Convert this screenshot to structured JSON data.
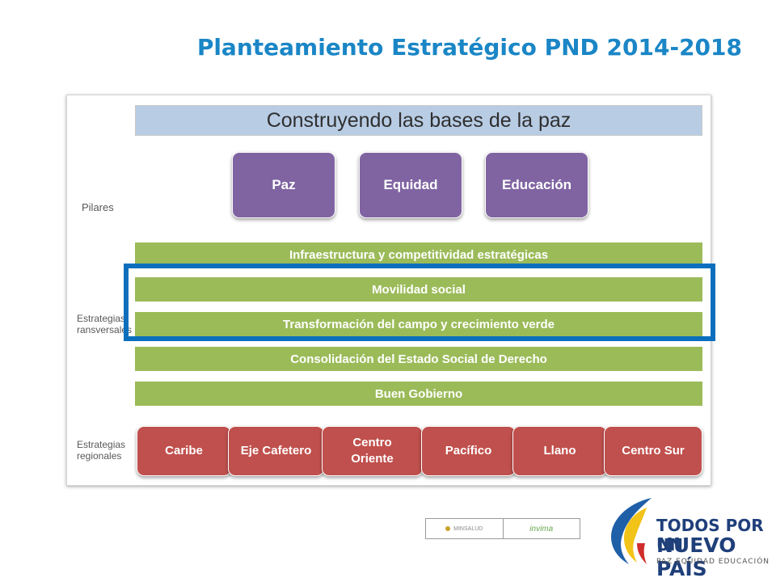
{
  "slide": {
    "title": "Planteamiento Estratégico PND 2014-2018"
  },
  "diagram": {
    "header": "Construyendo las bases de la paz",
    "side_labels": {
      "pilares": "Pilares",
      "transversales_1": "Estrategias",
      "transversales_2": "ransversales",
      "regionales_1": "Estrategias",
      "regionales_2": "regionales"
    },
    "pillars": [
      "Paz",
      "Equidad",
      "Educación"
    ],
    "transversal": [
      "Infraestructura y competitividad estratégicas",
      "Movilidad social",
      "Transformación del campo y crecimiento verde",
      "Consolidación del Estado Social de Derecho",
      "Buen Gobierno"
    ],
    "regional": [
      "Caribe",
      "Eje Cafetero",
      "Centro\nOriente",
      "Pacífico",
      "Llano",
      "Centro Sur"
    ]
  },
  "colors": {
    "title": "#1a86c6",
    "header_bg": "#b8cce4",
    "pillar": "#8064a2",
    "transversal": "#9bbb59",
    "regional": "#c0504d",
    "highlight": "#0b6fbd"
  },
  "footer": {
    "partner_left": "MINSALUD",
    "partner_right": "invima",
    "logo_line1": "TODOS POR UN",
    "logo_line2": "NUEVO PAÍS",
    "logo_tagline": "PAZ  EQUIDAD  EDUCACIÓN"
  }
}
